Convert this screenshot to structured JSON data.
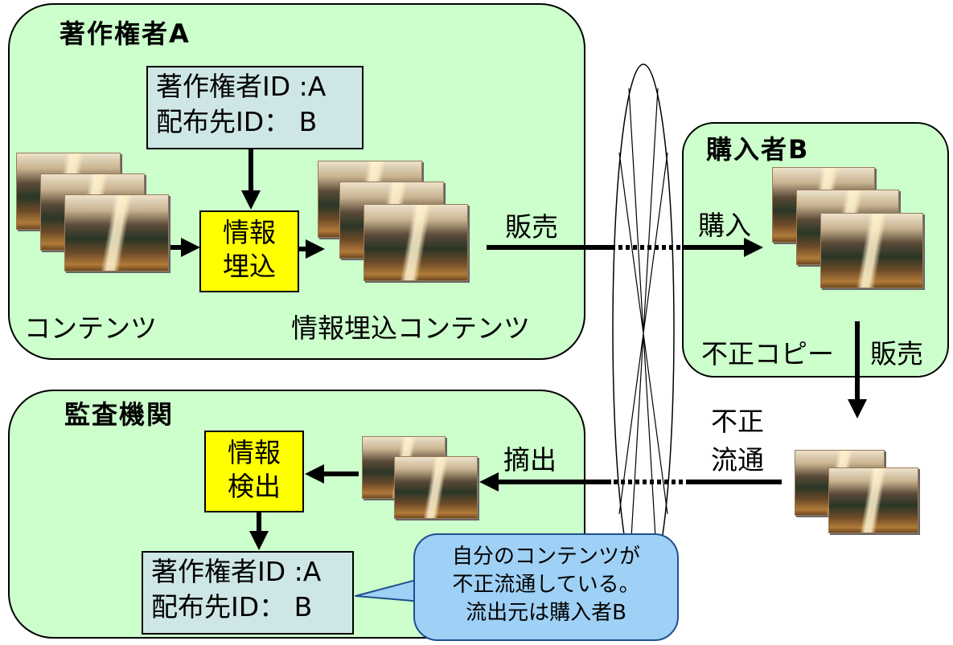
{
  "author_panel": {
    "title": "著作権者A",
    "info_line1": "著作権者ID :A",
    "info_line2": "配布先ID： B",
    "embed_line1": "情報",
    "embed_line2": "埋込",
    "content_label": "コンテンツ",
    "embedded_content_label": "情報埋込コンテンツ"
  },
  "buyer_panel": {
    "title": "購入者B",
    "copy_label": "不正コピー"
  },
  "audit_panel": {
    "title": "監査機関",
    "detect_line1": "情報",
    "detect_line2": "検出",
    "info_line1": "著作権者ID :A",
    "info_line2": "配布先ID： B"
  },
  "flow_labels": {
    "sale": "販売",
    "purchase": "購入",
    "resale": "販売",
    "illegal_line1": "不正",
    "illegal_line2": "流通",
    "extract": "摘出"
  },
  "callout": {
    "line1": "自分のコンテンツが",
    "line2": "不正流通している。",
    "line3": "流出元は購入者B"
  },
  "colors": {
    "panel_fill": "#ccffcc",
    "info_box_fill": "#cfe6e6",
    "process_box_fill": "#ffff00",
    "callout_fill": "#9fd0f5"
  }
}
